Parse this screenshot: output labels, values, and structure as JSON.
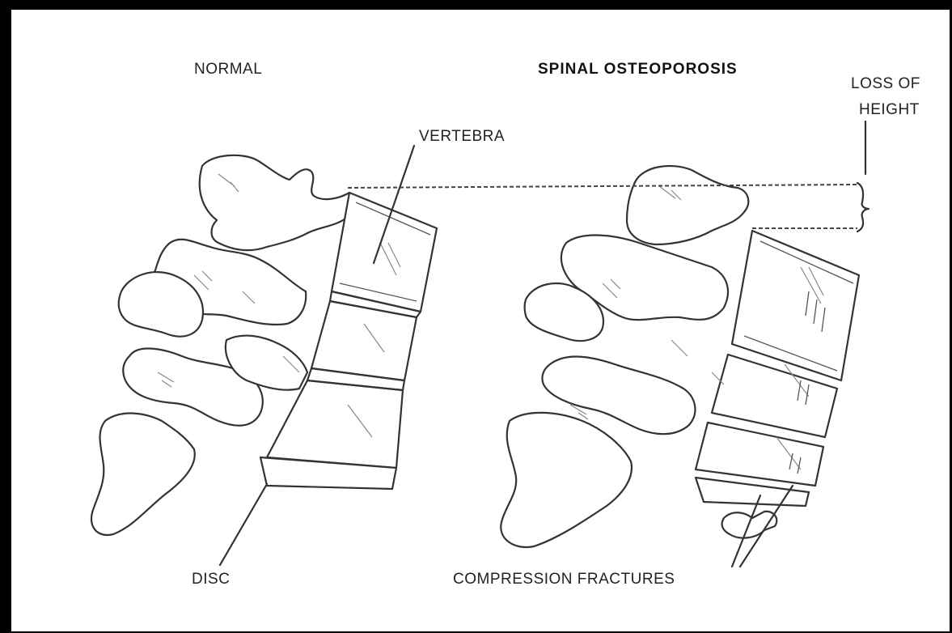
{
  "labels": {
    "normal": "NORMAL",
    "spinal_osteoporosis": "SPINAL OSTEOPOROSIS",
    "loss_of_height_line1": "LOSS OF",
    "loss_of_height_line2": "HEIGHT",
    "vertebra": "VERTEBRA",
    "disc": "DISC",
    "compression_fractures": "COMPRESSION FRACTURES"
  }
}
